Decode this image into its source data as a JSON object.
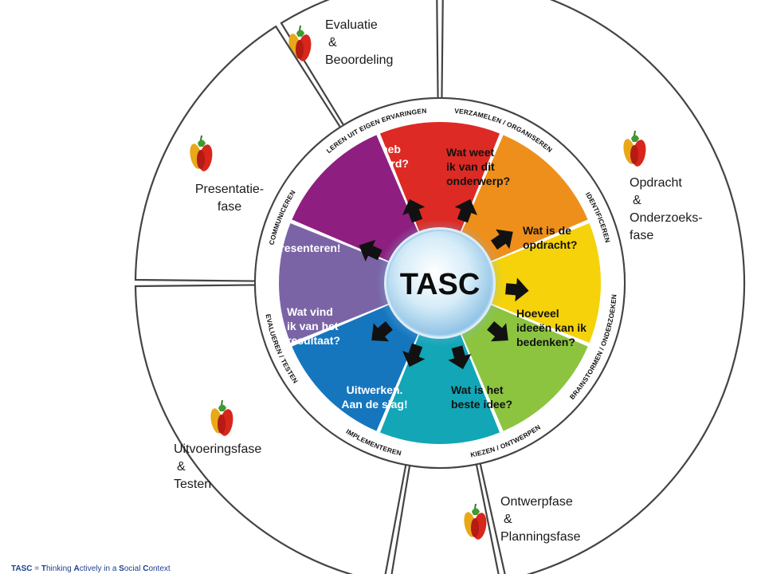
{
  "hub_label": "TASC",
  "colors": {
    "purple": "#8e1f80",
    "red": "#dd2a24",
    "orange": "#ee8f1c",
    "yellow": "#f5d20a",
    "green": "#8cc43f",
    "teal": "#12a6b7",
    "blue": "#1576be",
    "lavender": "#7b64a6",
    "arrow": "#111111",
    "phase_border": "#444444"
  },
  "segments": [
    {
      "id": "learned",
      "lines": [
        "Wat heb",
        "ik geleerd?"
      ],
      "color": "red",
      "dark_text": false
    },
    {
      "id": "know",
      "lines": [
        "Wat weet",
        "ik van dit",
        "onderwerp?"
      ],
      "color": "orange",
      "dark_text": true
    },
    {
      "id": "task",
      "lines": [
        "Wat is de",
        "opdracht?"
      ],
      "color": "yellow",
      "dark_text": true
    },
    {
      "id": "ideas",
      "lines": [
        "Hoeveel",
        "ideeën kan ik",
        "bedenken?"
      ],
      "color": "green",
      "dark_text": true
    },
    {
      "id": "best",
      "lines": [
        "Wat is het",
        "beste idee?"
      ],
      "color": "teal",
      "dark_text": true
    },
    {
      "id": "work",
      "lines": [
        "Uitwerken.",
        "Aan de slag!"
      ],
      "color": "blue",
      "dark_text": false
    },
    {
      "id": "judge",
      "lines": [
        "Wat vind",
        "ik van het",
        "resultaat?"
      ],
      "color": "lavender",
      "dark_text": false
    },
    {
      "id": "present",
      "lines": [
        "Presenteren!"
      ],
      "color": "purple",
      "dark_text": false
    }
  ],
  "ring_labels": [
    {
      "id": "leren",
      "text": "LEREN UIT EIGEN ERVARINGEN"
    },
    {
      "id": "verzamelen",
      "text": "VERZAMELEN / ORGANISEREN"
    },
    {
      "id": "identificeren",
      "text": "IDENTIFICEREN"
    },
    {
      "id": "brainstormen",
      "text": "BRAINSTORMEN / ONDERZOEKEN"
    },
    {
      "id": "kiezen",
      "text": "KIEZEN / ONTWERPEN"
    },
    {
      "id": "implementeren",
      "text": "IMPLEMENTEREN"
    },
    {
      "id": "evalueren",
      "text": "EVALUEREN / TESTEN"
    },
    {
      "id": "communiceren",
      "text": "COMMUNICEREN"
    }
  ],
  "phases": [
    {
      "id": "evaluatie",
      "lines": [
        "Evaluatie",
        "&",
        "Beoordeling"
      ]
    },
    {
      "id": "opdracht",
      "lines": [
        "Opdracht",
        "&",
        "Onderzoeks-",
        "fase"
      ]
    },
    {
      "id": "ontwerp",
      "lines": [
        "Ontwerpfase",
        "&",
        "Planningsfase"
      ]
    },
    {
      "id": "uitvoering",
      "lines": [
        "Uitvoeringsfase",
        "&",
        "Testen"
      ]
    },
    {
      "id": "presentatie",
      "lines": [
        "Presentatie-",
        "fase"
      ]
    }
  ],
  "footnote": {
    "parts": [
      {
        "text": "TASC",
        "bold": true
      },
      {
        "text": " = ",
        "bold": false
      },
      {
        "text": "T",
        "bold": true
      },
      {
        "text": "hinking ",
        "bold": false
      },
      {
        "text": "A",
        "bold": true
      },
      {
        "text": "ctively in a ",
        "bold": false
      },
      {
        "text": "S",
        "bold": true
      },
      {
        "text": "ocial ",
        "bold": false
      },
      {
        "text": "C",
        "bold": true
      },
      {
        "text": "ontext",
        "bold": false
      }
    ]
  }
}
